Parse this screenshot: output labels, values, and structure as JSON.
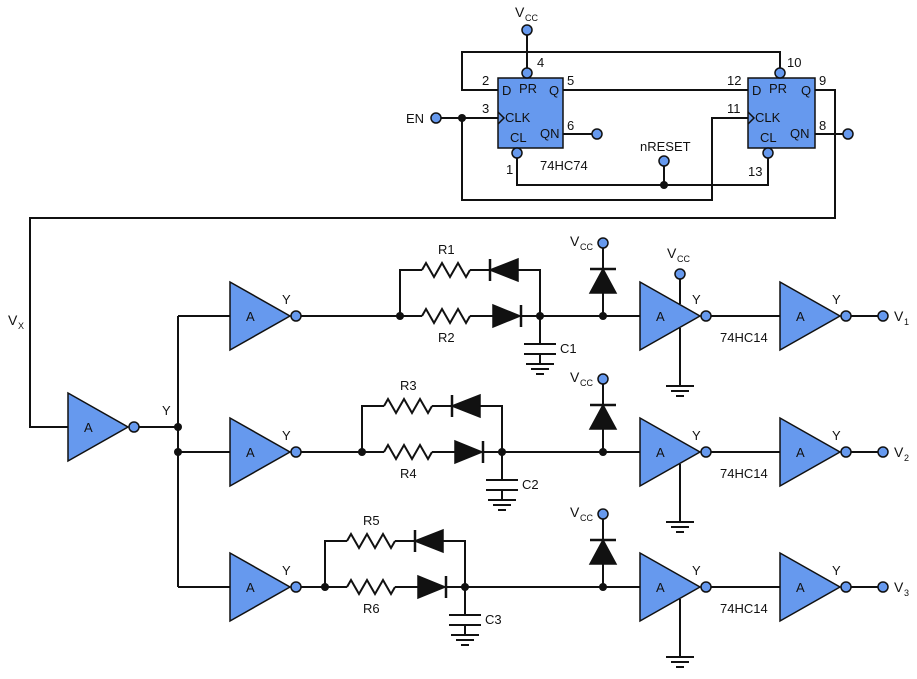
{
  "flipflops": [
    {
      "ref": "74HC74",
      "pins": {
        "D": "D",
        "PR": "PR",
        "Q": "Q",
        "CLK": "CLK",
        "CL": "CL",
        "QN": "QN"
      },
      "nums": {
        "D": "2",
        "PR": "4",
        "Q": "5",
        "CLK": "3",
        "CL": "1",
        "QN": "6"
      }
    },
    {
      "ref": "",
      "pins": {
        "D": "D",
        "PR": "PR",
        "Q": "Q",
        "CLK": "CLK",
        "CL": "CL",
        "QN": "QN"
      },
      "nums": {
        "D": "12",
        "PR": "10",
        "Q": "9",
        "CLK": "11",
        "CL": "13",
        "QN": "8"
      }
    }
  ],
  "labels": {
    "vcc_main": "V",
    "vcc_sub": "CC",
    "en": "EN",
    "nreset": "nRESET",
    "vx_main": "V",
    "vx_sub": "X",
    "gate": "A",
    "out": "Y",
    "ic": "74HC14"
  },
  "channels": [
    {
      "ra": "R1",
      "rb": "R2",
      "cap": "C1",
      "out_main": "V",
      "out_sub": "1"
    },
    {
      "ra": "R3",
      "rb": "R4",
      "cap": "C2",
      "out_main": "V",
      "out_sub": "2"
    },
    {
      "ra": "R5",
      "rb": "R6",
      "cap": "C3",
      "out_main": "V",
      "out_sub": "3"
    }
  ],
  "colors": {
    "component": "#6699ee",
    "wire": "#111111"
  }
}
